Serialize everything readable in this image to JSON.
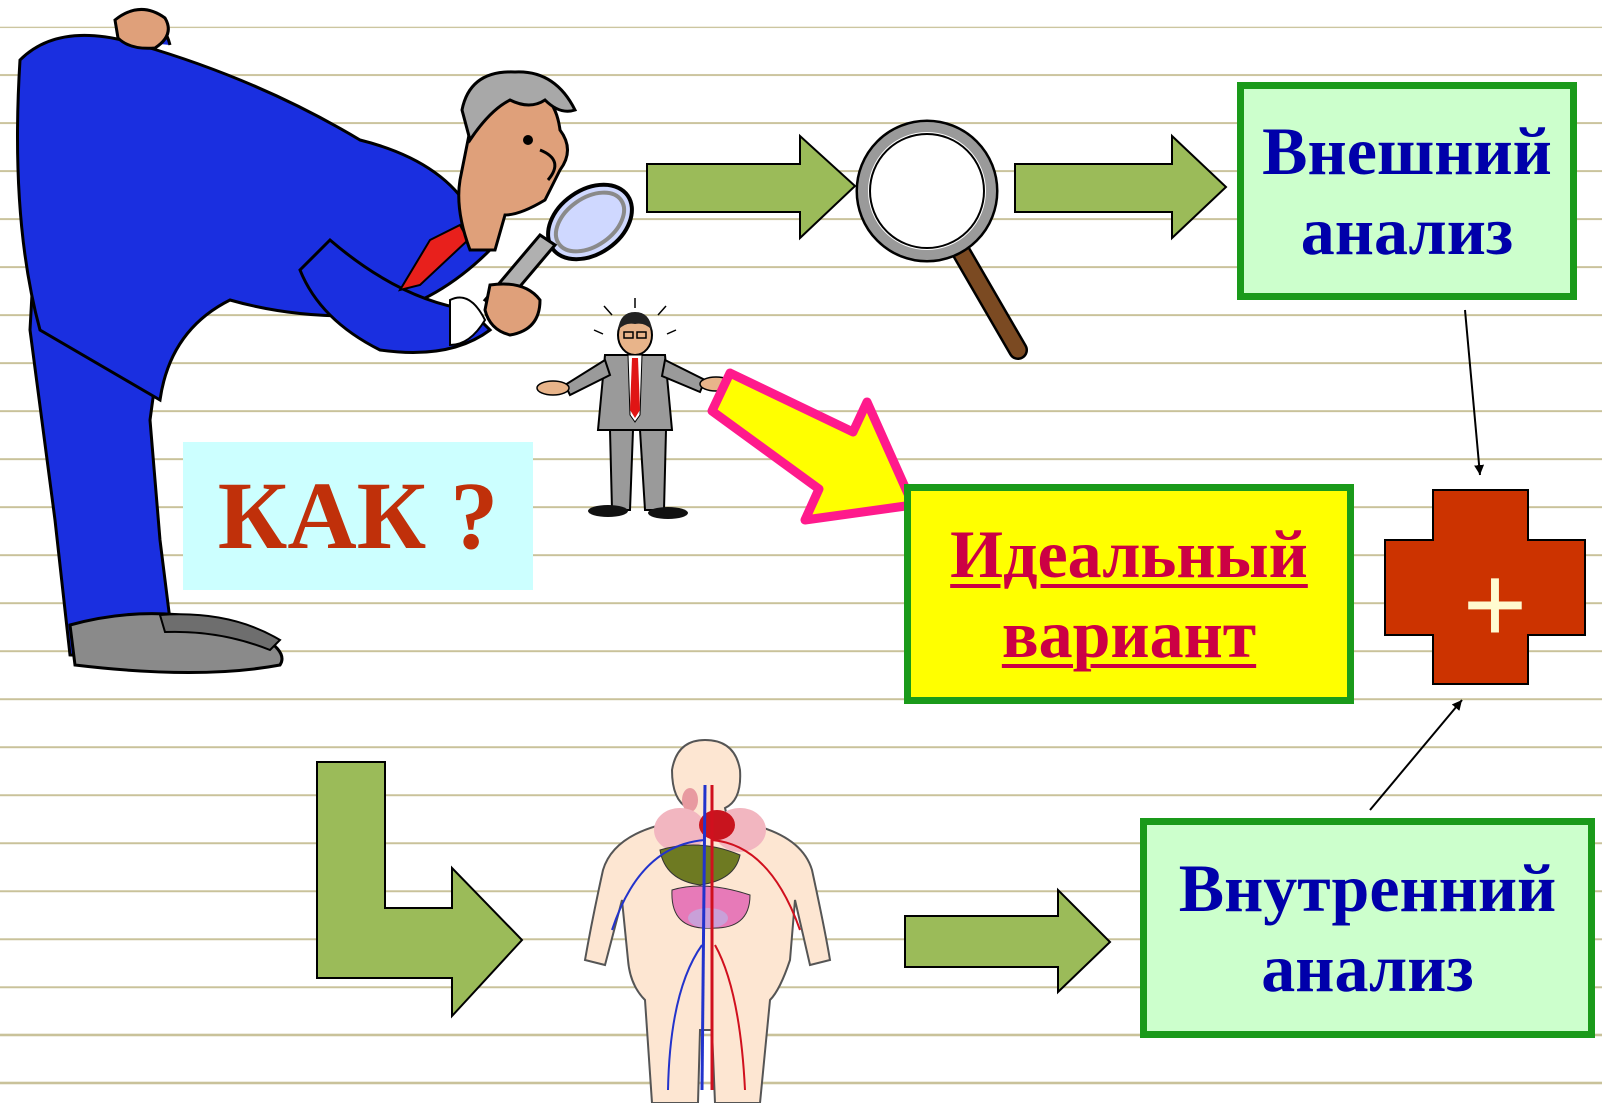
{
  "diagram": {
    "how_label": "КАК ?",
    "external_analysis": {
      "line1": "Внешний",
      "line2": "анализ"
    },
    "ideal_option": {
      "line1": "Идеальный",
      "line2": "вариант"
    },
    "internal_analysis": {
      "line1": "Внутренний",
      "line2": "анализ"
    },
    "plus_sign": "+"
  },
  "colors": {
    "arrow_green": "#9bbb59",
    "box_fill_green": "#ccffcc",
    "box_border_green": "#1a9a1a",
    "ideal_fill": "#ffff00",
    "ideal_text": "#cc0044",
    "analysis_text": "#0000aa",
    "how_fill": "#ccffff",
    "how_text": "#c0300a",
    "cross_fill": "#cc3300",
    "pink_arrow_border": "#ff1a8c",
    "suit_blue": "#1a2fe0"
  },
  "icons": [
    "man-with-magnifier-illustration",
    "magnifying-glass-icon",
    "confused-man-illustration",
    "human-anatomy-illustration",
    "red-cross-icon"
  ]
}
